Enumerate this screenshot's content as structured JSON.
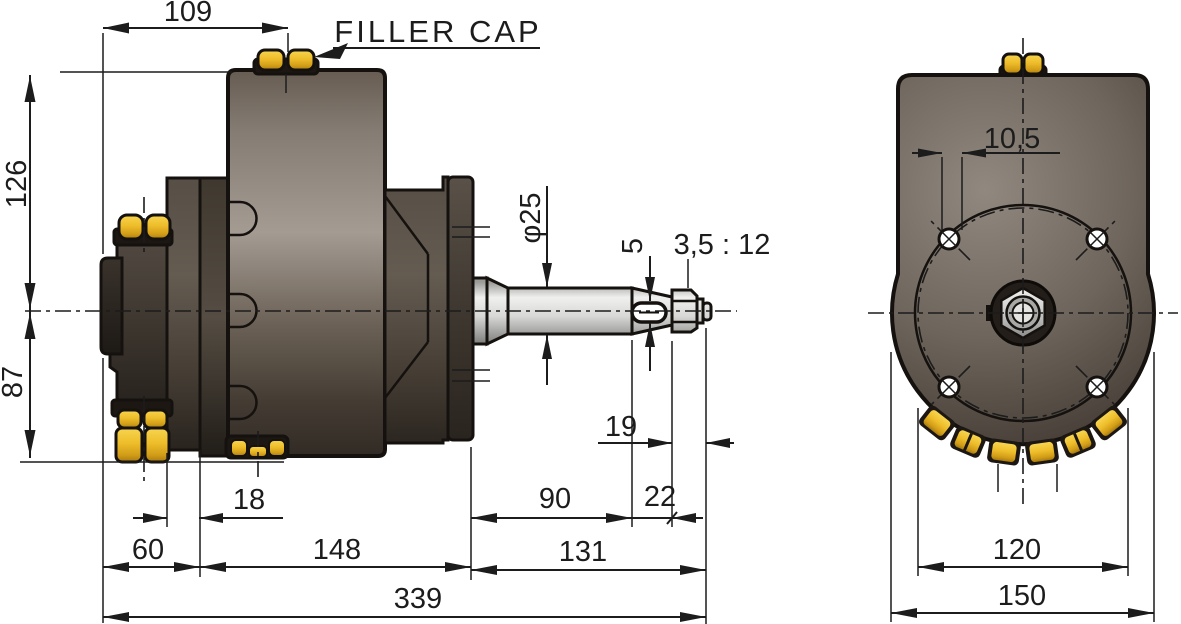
{
  "callouts": {
    "filler_cap": "FILLER CAP"
  },
  "side_view": {
    "dims": {
      "cap_offset": "109",
      "upper_height": "126",
      "lower_height": "87",
      "flange_thickness": "18",
      "front_depth": "60",
      "body_length": "148",
      "shaft_overhang": "131",
      "total_length": "339",
      "shaft_length": "90",
      "taper_length": "22",
      "end_length": "19",
      "shaft_diameter": "φ25",
      "keyway_height": "5",
      "taper_ratio": "3,5 : 12"
    }
  },
  "front_view": {
    "dims": {
      "hole_diameter": "10,5",
      "bolt_circle_diameter": "120",
      "body_width": "150"
    }
  },
  "colors": {
    "line": "#1c1c1c",
    "body_mid": "#6e655c",
    "body_highlight": "#a39a92",
    "body_shadow": "#2f2a24",
    "brass": "#eebd2a",
    "shaft": "#d9d9d7",
    "background": "#ffffff"
  }
}
